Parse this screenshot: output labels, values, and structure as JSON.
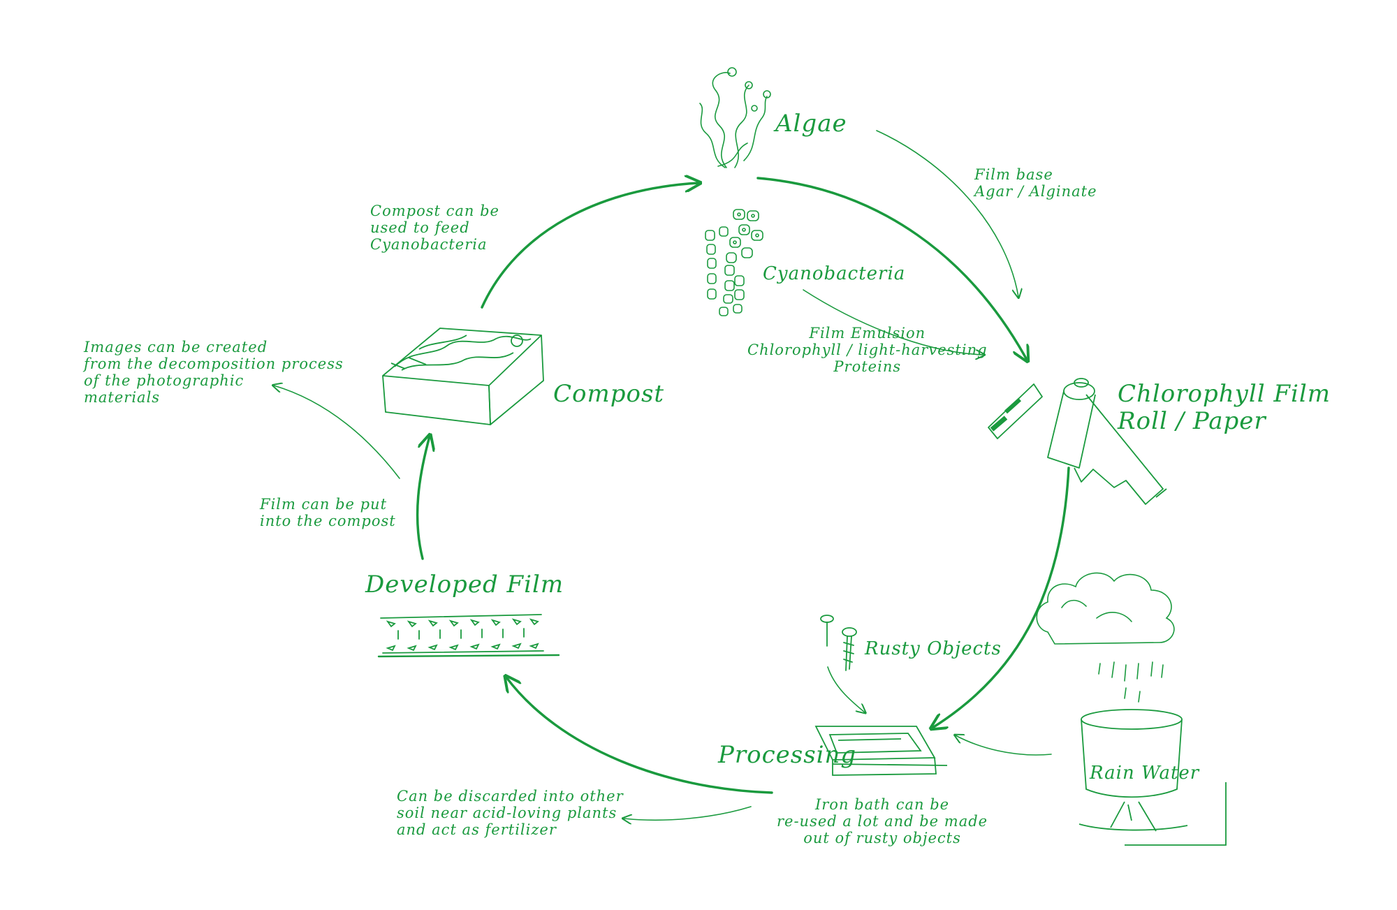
{
  "colors": {
    "ink": "#1a9a3e",
    "background": "#ffffff"
  },
  "nodes": {
    "algae": "Algae",
    "cyanobacteria": "Cyanobacteria",
    "chlorophyll_film": "Chlorophyll Film\nRoll / Paper",
    "rusty_objects": "Rusty Objects",
    "processing": "Processing",
    "rain_water": "Rain Water",
    "developed_film": "Developed Film",
    "compost": "Compost"
  },
  "annotations": {
    "film_base": "Film base\nAgar / Alginate",
    "film_emulsion": "Film Emulsion\nChlorophyll / light-harvesting\nProteins",
    "iron_bath": "Iron bath can be\nre-used a lot and be made\nout of rusty objects",
    "discarded": "Can be discarded into other\nsoil near acid-loving plants\nand act as fertilizer",
    "film_into_compost": "Film can be put\ninto the compost",
    "images_decomposition": "Images can be created\nfrom the decomposition process\nof the photographic\nmaterials",
    "compost_feed": "Compost can be\nused to feed\nCyanobacteria"
  },
  "icons": [
    "algae-icon",
    "cyanobacteria-icon",
    "film-roll-icon",
    "nail-icon",
    "screw-icon",
    "processing-tray-icon",
    "rain-cloud-icon",
    "bucket-icon",
    "film-strip-icon",
    "compost-box-icon"
  ]
}
